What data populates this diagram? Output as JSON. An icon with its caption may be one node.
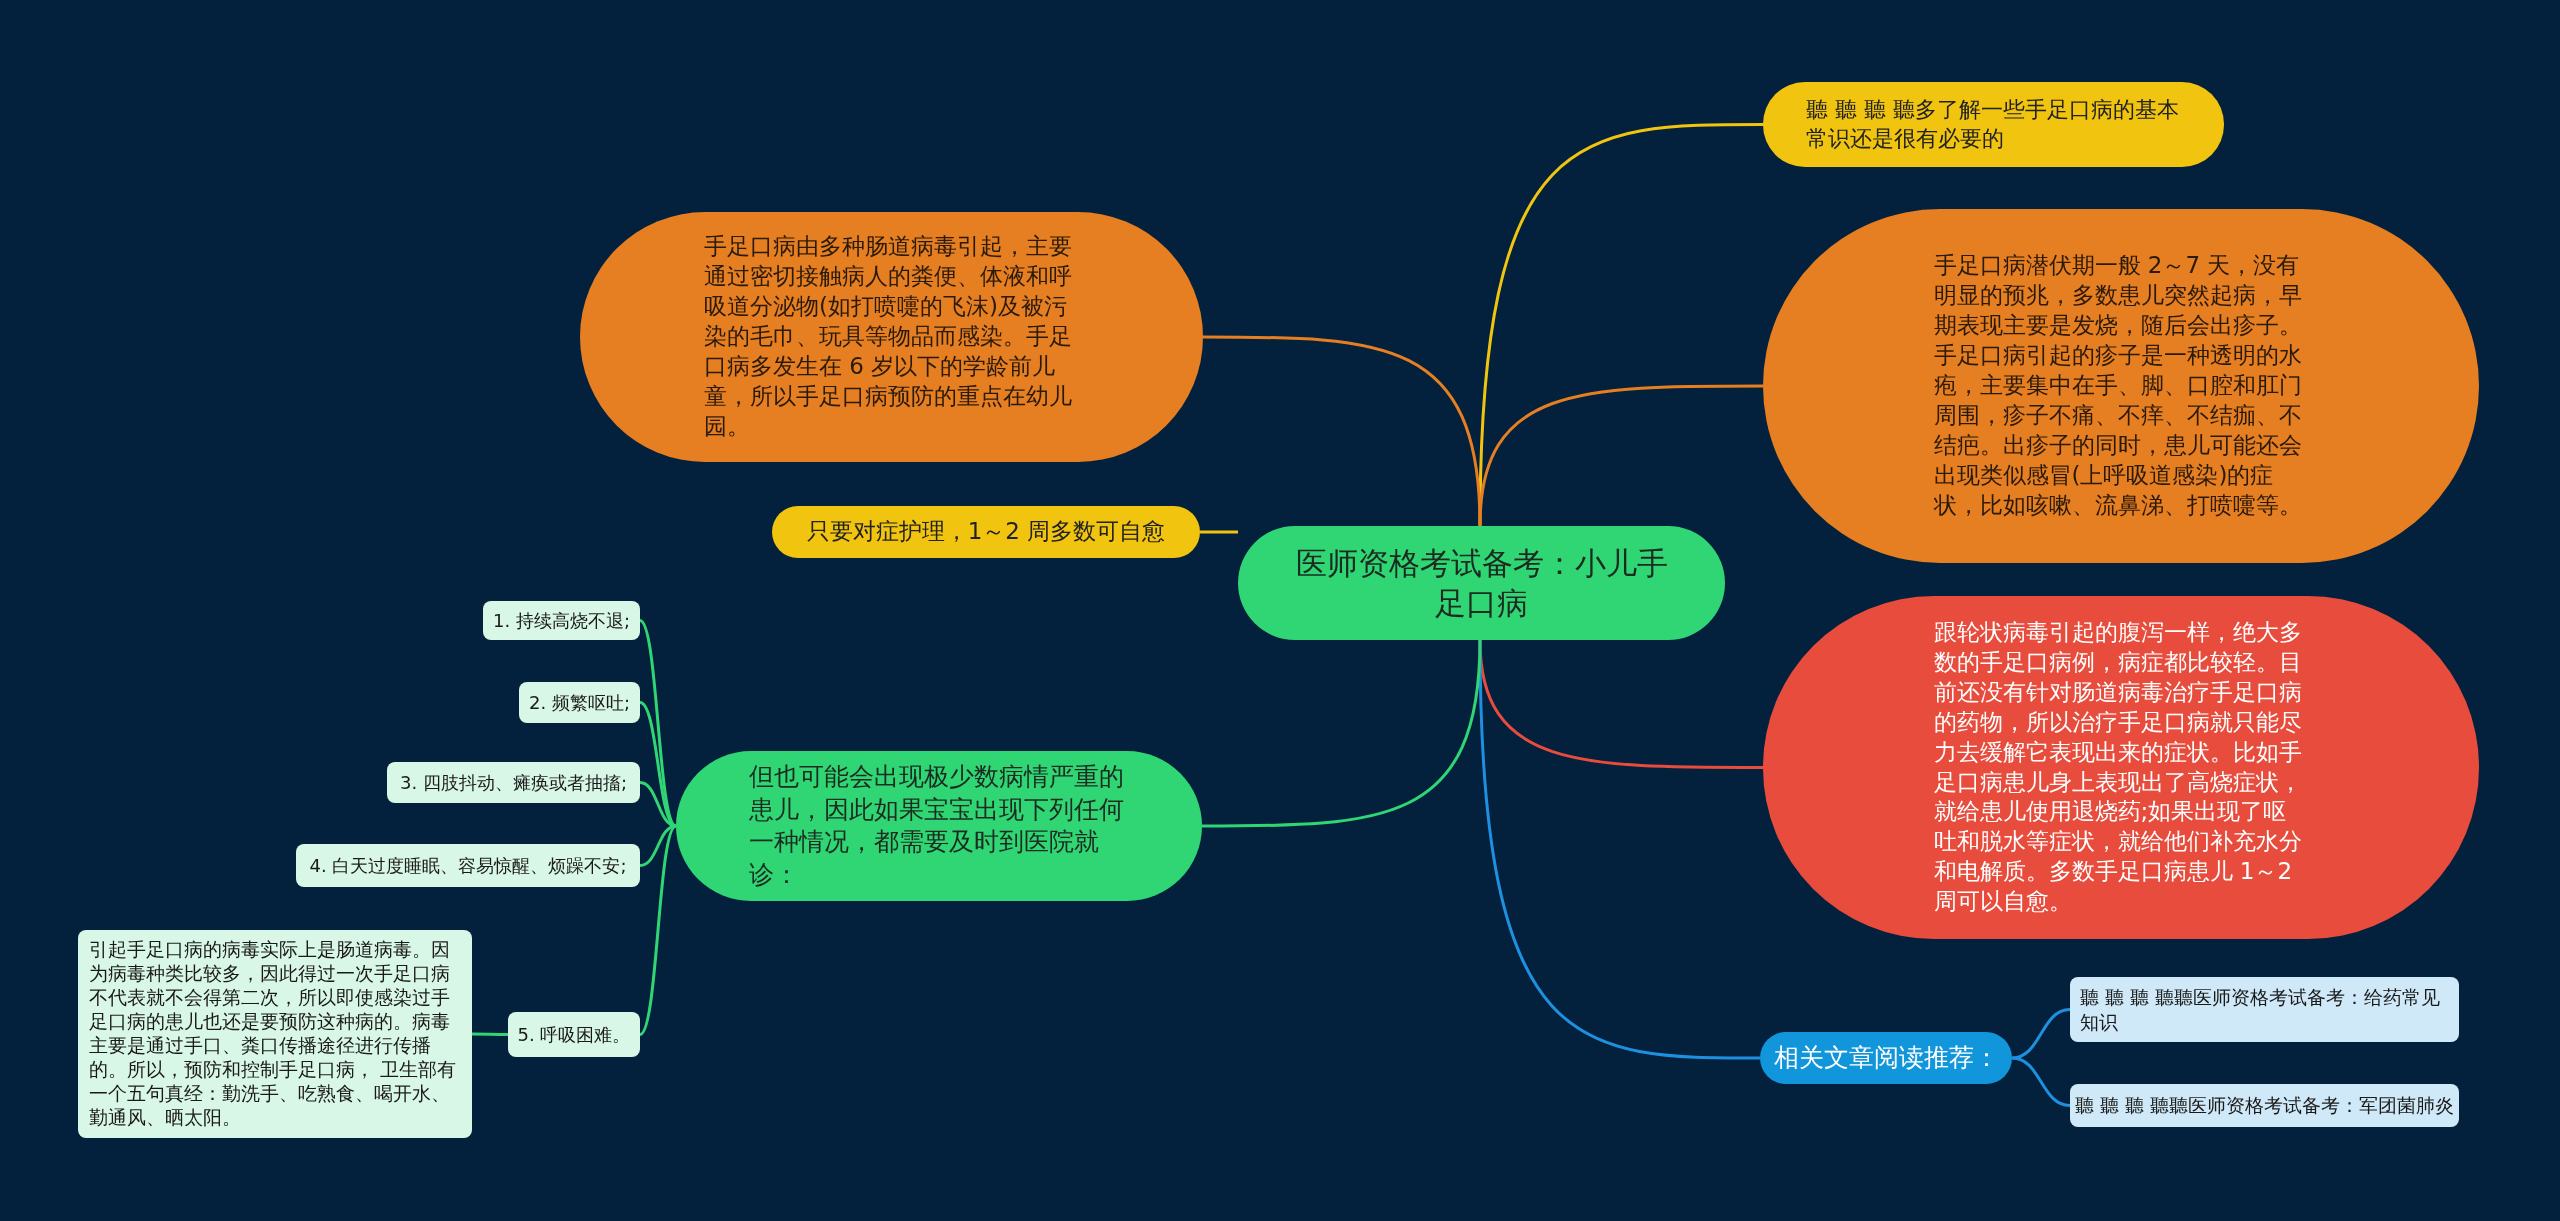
{
  "diagram": {
    "nodes": [
      {
        "text": [
          "医师资格考试备考：小儿手足口病"
        ]
      },
      {
        "text": [
          "聽 聽 聽 聽多了解一些手足口病的基本常识还是很有必要的"
        ]
      },
      {
        "text": [
          "手足口病潜伏期一般 2～7 天，没有明显的预兆，多数患儿突然起病，早期表现主要是发烧，随后会出疹子。手足口病引起的疹子是一种透明的水疱，主要集中在手、脚、口腔和肛门周围，疹子不痛、不痒、不结痂、不结疤。出疹子的同时，患儿可能还会出现类似感冒(上呼吸道感染)的症状，比如咳嗽、流鼻涕、打喷嚏等。"
        ]
      },
      {
        "text": [
          "跟轮状病毒引起的腹泻一样，绝大多数的手足口病例，病症都比较轻。目前还没有针对肠道病毒治疗手足口病的药物，所以治疗手足口病就只能尽力去缓解它表现出来的症状。比如手足口病患儿身上表现出了高烧症状，就给患儿使用退烧药;如果出现了呕吐和脱水等症状，就给他们补充水分和电解质。多数手足口病患儿 1～2 周可以自愈。"
        ]
      },
      {
        "text": [
          "相关文章阅读推荐："
        ]
      },
      {
        "text": [
          "聽 聽 聽 聽聽医师资格考试备考：给药常见知识"
        ]
      },
      {
        "text": [
          "聽 聽 聽 聽聽医师资格考试备考：军团菌肺炎"
        ]
      },
      {
        "text": [
          "手足口病由多种肠道病毒引起，主要通过密切接触病人的粪便、体液和呼吸道分泌物(如打喷嚏的飞沫)及被污染的毛巾、玩具等物品而感染。手足口病多发生在 6 岁以下的学龄前儿童，所以手足口病预防的重点在幼儿园。"
        ]
      },
      {
        "text": [
          "只要对症护理，1～2 周多数可自愈"
        ]
      },
      {
        "text": [
          "但也可能会出现极少数病情严重的患儿，因此如果宝宝出现下列任何一种情况，都需要及时到医院就诊："
        ]
      },
      {
        "text": [
          "1. 持续高烧不退;"
        ]
      },
      {
        "text": [
          "2. 频繁呕吐;"
        ]
      },
      {
        "text": [
          "3. 四肢抖动、瘫痪或者抽搐;"
        ]
      },
      {
        "text": [
          "4. 白天过度睡眠、容易惊醒、烦躁不安;"
        ]
      },
      {
        "text": [
          "5. 呼吸困难。"
        ]
      },
      {
        "text": [
          "引起手足口病的病毒实际上是肠道病毒。因为病毒种类比较多，因此得过一次手足口病不代表就不会得第二次，所以即使感染过手足口病的患儿也还是要预防这种病的。病毒主要是通过手口、粪口传播途径进行传播的。所以，预防和控制手足口病， 卫生部有一个五句真经：勤洗手、吃熟食、喝开水、勤通风、晒太阳。"
        ]
      }
    ],
    "edges": [
      {
        "from": 0,
        "to": 1,
        "arrow": "none",
        "color": "#f1c40f"
      },
      {
        "from": 0,
        "to": 2,
        "arrow": "none",
        "color": "#e67e22"
      },
      {
        "from": 0,
        "to": 3,
        "arrow": "none",
        "color": "#e74c3c"
      },
      {
        "from": 0,
        "to": 4,
        "arrow": "none",
        "color": "#1e90e0"
      },
      {
        "from": 4,
        "to": 5,
        "arrow": "none",
        "color": "#1e90e0"
      },
      {
        "from": 4,
        "to": 6,
        "arrow": "none",
        "color": "#1e90e0"
      },
      {
        "from": 0,
        "to": 7,
        "arrow": "none",
        "color": "#e67e22"
      },
      {
        "from": 0,
        "to": 8,
        "arrow": "none",
        "color": "#f1c40f"
      },
      {
        "from": 0,
        "to": 9,
        "arrow": "none"
      },
      {
        "from": 9,
        "to": 10,
        "arrow": "none"
      },
      {
        "from": 9,
        "to": 11,
        "arrow": "none"
      },
      {
        "from": 9,
        "to": 12,
        "arrow": "none"
      },
      {
        "from": 9,
        "to": 13,
        "arrow": "none"
      },
      {
        "from": 9,
        "to": 14,
        "arrow": "none"
      },
      {
        "from": 14,
        "to": 15,
        "arrow": "none"
      }
    ]
  }
}
